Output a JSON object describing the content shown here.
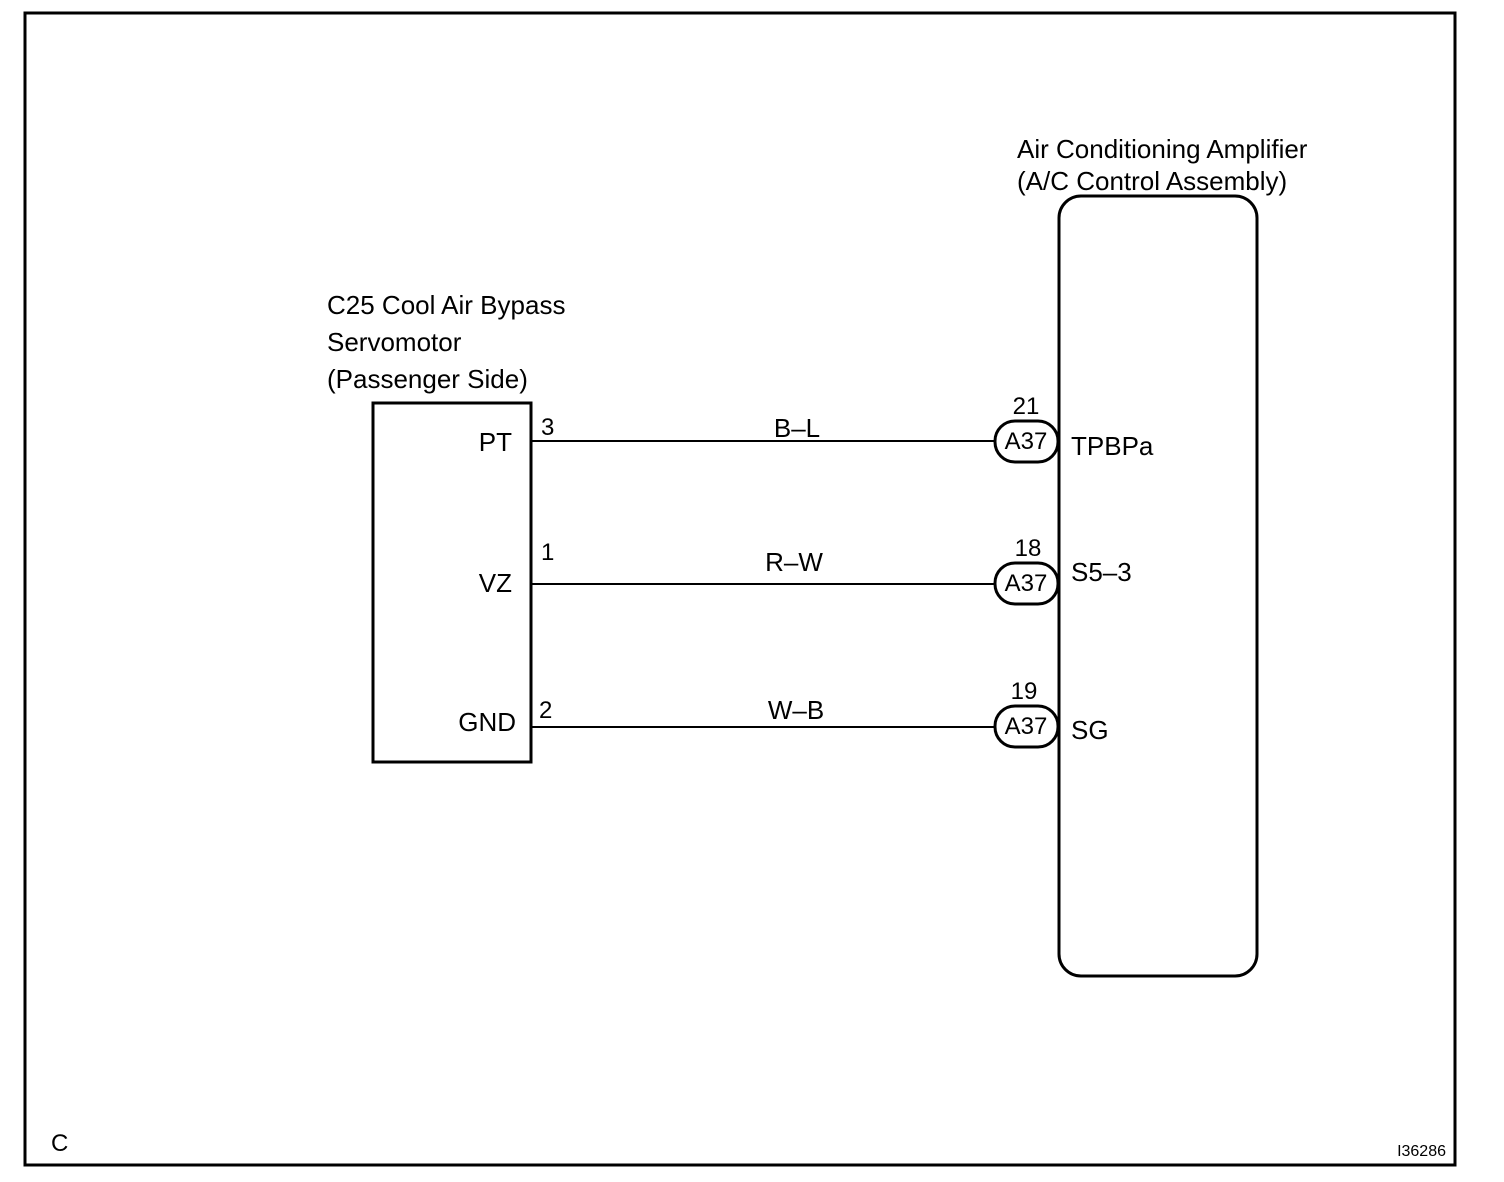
{
  "page": {
    "corner_letter": "C",
    "figure_id": "I36286"
  },
  "servomotor": {
    "title_lines": [
      "C25 Cool Air Bypass",
      "Servomotor",
      "(Passenger Side)"
    ]
  },
  "amplifier": {
    "title_lines": [
      "Air Conditioning Amplifier",
      "(A/C Control Assembly)"
    ]
  },
  "wires": [
    {
      "servo_terminal": "PT",
      "servo_pin": "3",
      "color": "B–L",
      "connector": "A37",
      "amp_pin": "21",
      "amp_terminal": "TPBPa"
    },
    {
      "servo_terminal": "VZ",
      "servo_pin": "1",
      "color": "R–W",
      "connector": "A37",
      "amp_pin": "18",
      "amp_terminal": "S5–3"
    },
    {
      "servo_terminal": "GND",
      "servo_pin": "2",
      "color": "W–B",
      "connector": "A37",
      "amp_pin": "19",
      "amp_terminal": "SG"
    }
  ]
}
